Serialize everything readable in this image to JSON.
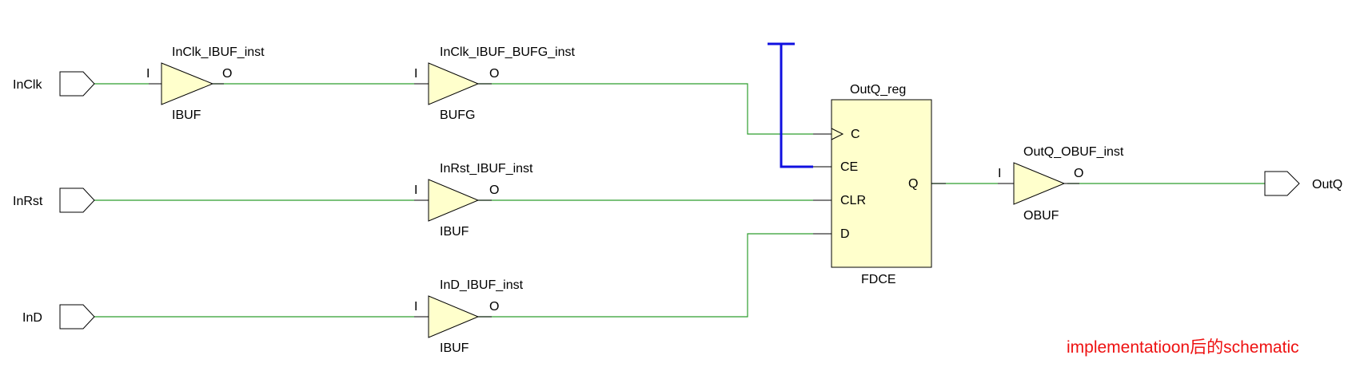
{
  "ports": {
    "inclk": "InClk",
    "inrst": "InRst",
    "ind": "InD",
    "outq": "OutQ"
  },
  "buffers": {
    "inclk_ibuf": {
      "inst": "InClk_IBUF_inst",
      "type": "IBUF",
      "in_pin": "I",
      "out_pin": "O"
    },
    "inclk_bufg": {
      "inst": "InClk_IBUF_BUFG_inst",
      "type": "BUFG",
      "in_pin": "I",
      "out_pin": "O"
    },
    "inrst_ibuf": {
      "inst": "InRst_IBUF_inst",
      "type": "IBUF",
      "in_pin": "I",
      "out_pin": "O"
    },
    "ind_ibuf": {
      "inst": "InD_IBUF_inst",
      "type": "IBUF",
      "in_pin": "I",
      "out_pin": "O"
    },
    "outq_obuf": {
      "inst": "OutQ_OBUF_inst",
      "type": "OBUF",
      "in_pin": "I",
      "out_pin": "O"
    }
  },
  "register": {
    "inst": "OutQ_reg",
    "type": "FDCE",
    "pins": {
      "c": "C",
      "ce": "CE",
      "clr": "CLR",
      "d": "D",
      "q": "Q"
    }
  },
  "annotation": "implementatioon后的schematic",
  "colors": {
    "net": "#2e9e2e",
    "const_net": "#1010e0",
    "cell_fill": "#ffffcc",
    "annotation": "#ee1111"
  }
}
